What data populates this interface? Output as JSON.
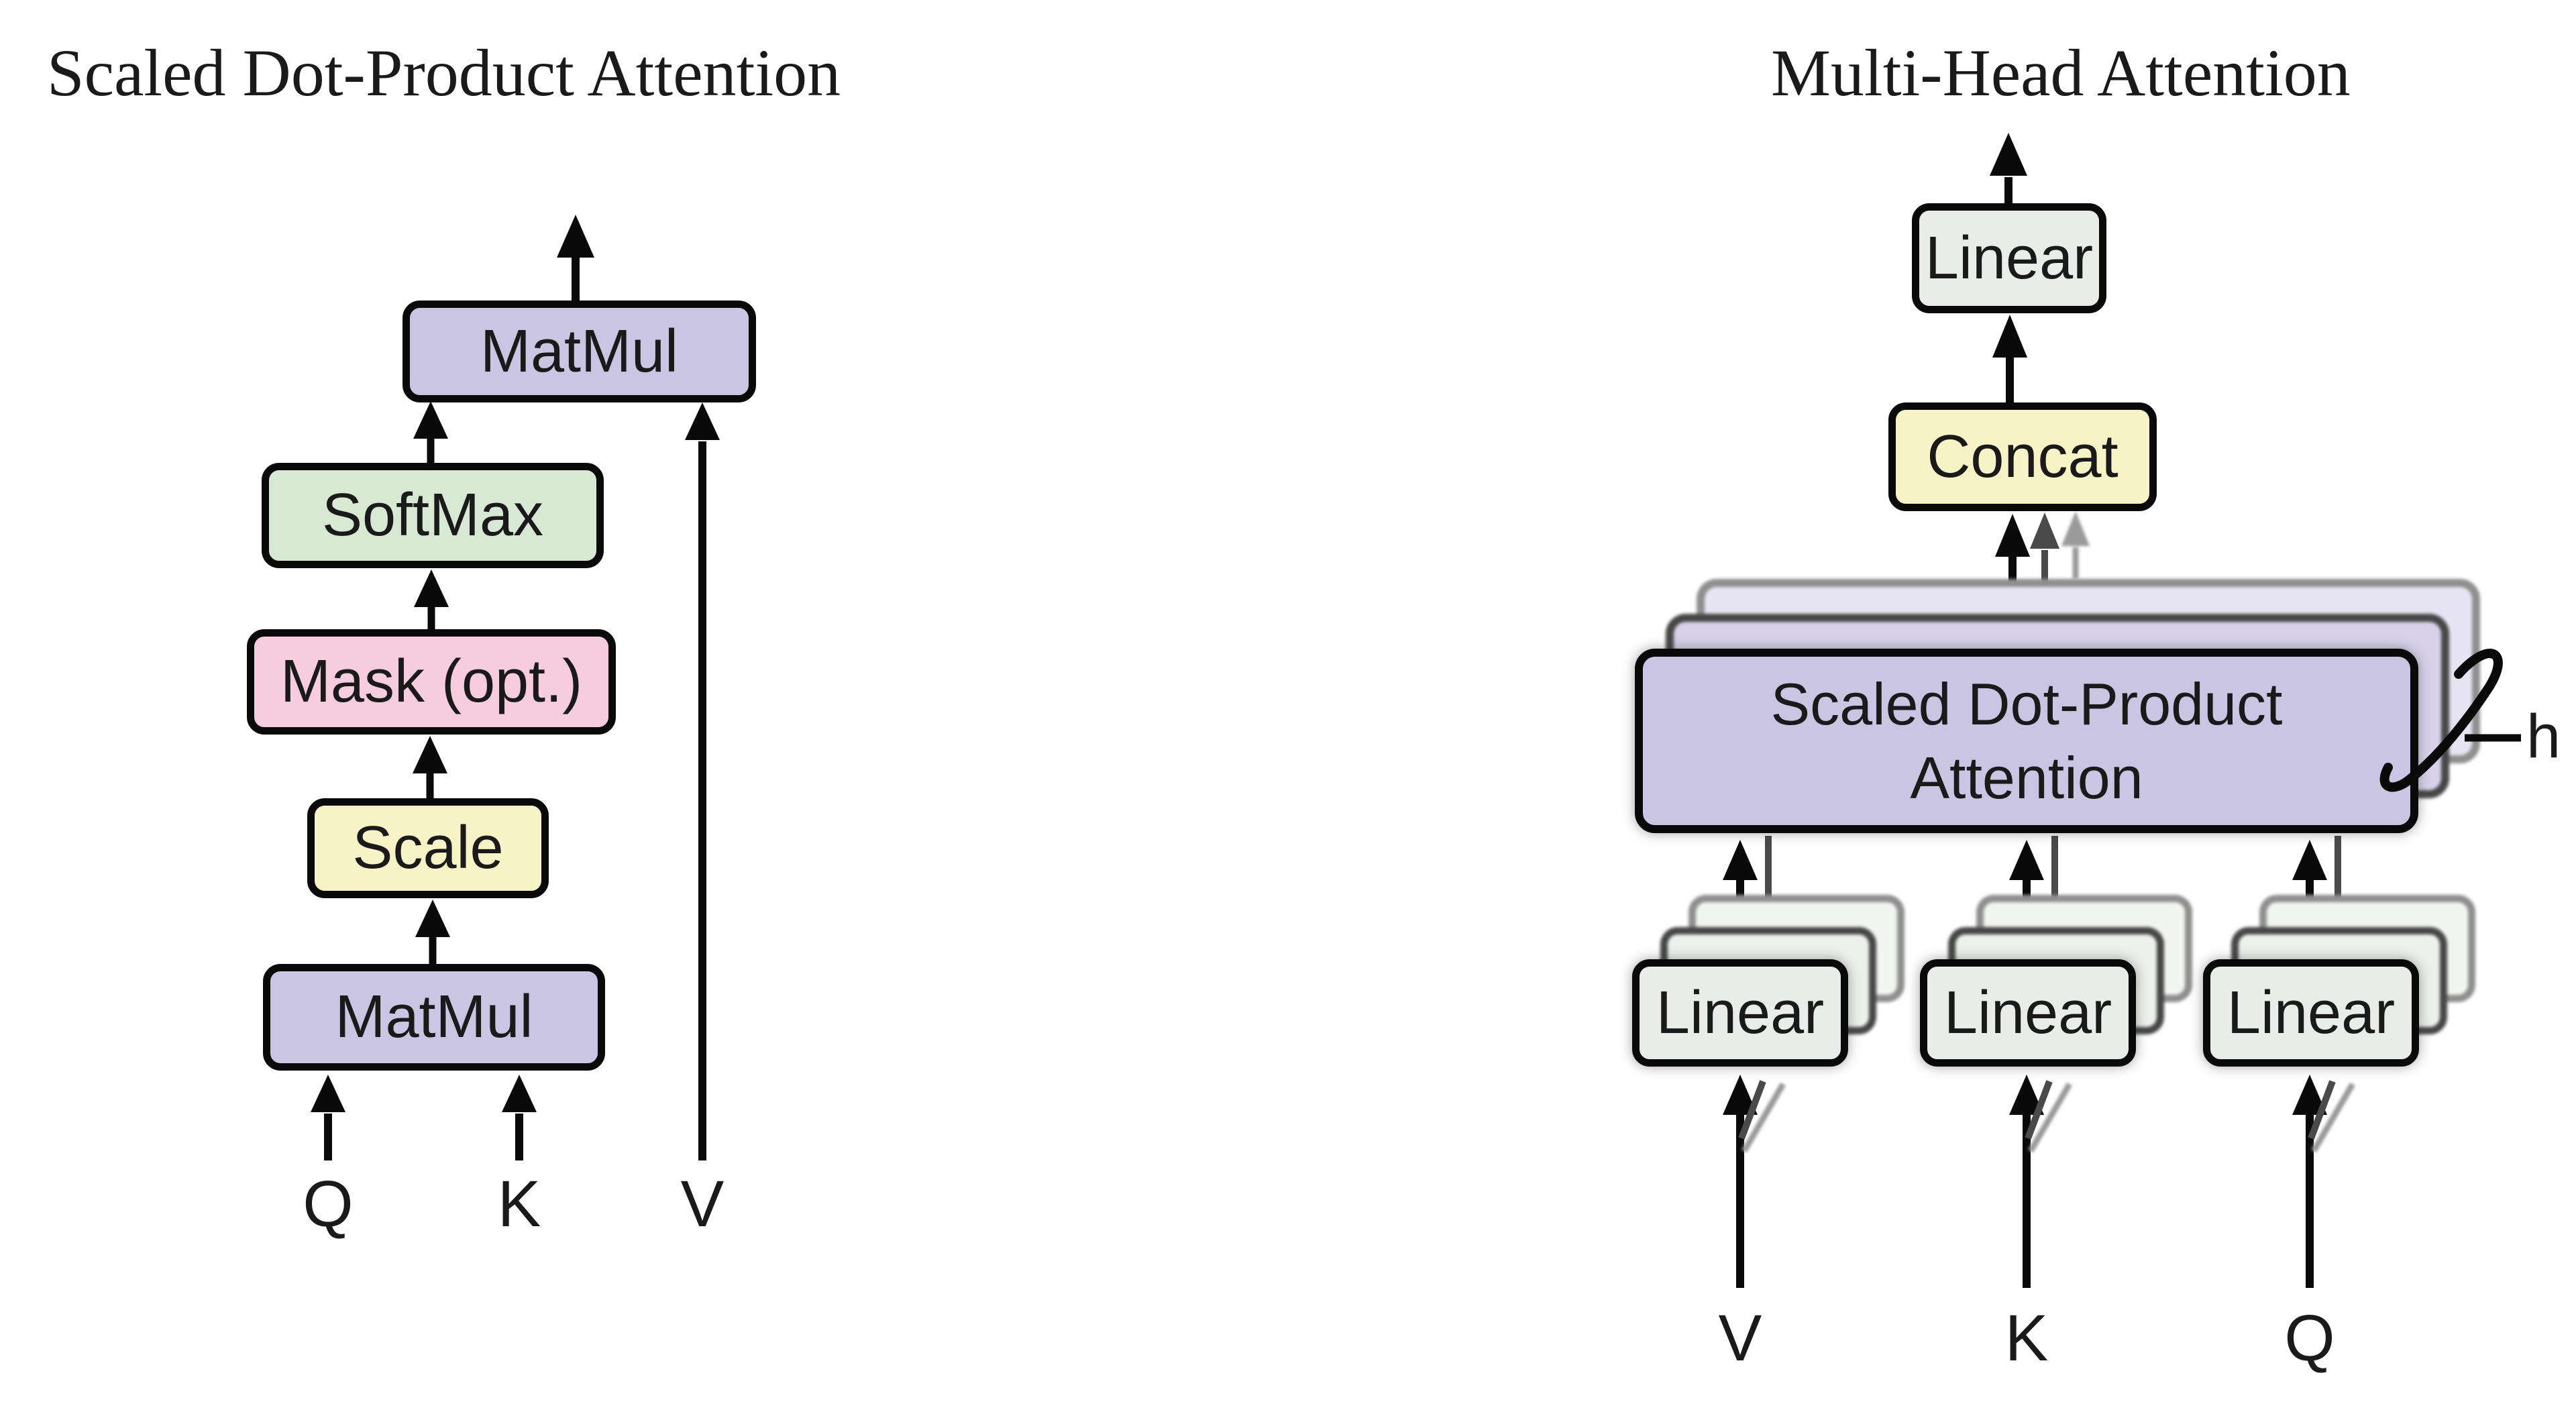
{
  "left_diagram": {
    "title": "Scaled Dot-Product Attention",
    "boxes": {
      "matmul_top": "MatMul",
      "softmax": "SoftMax",
      "mask": "Mask (opt.)",
      "scale": "Scale",
      "matmul_bottom": "MatMul"
    },
    "inputs": {
      "q": "Q",
      "k": "K",
      "v": "V"
    }
  },
  "right_diagram": {
    "title": "Multi-Head Attention",
    "boxes": {
      "linear_out": "Linear",
      "concat": "Concat",
      "attention_line1": "Scaled Dot-Product",
      "attention_line2": "Attention",
      "linear_v": "Linear",
      "linear_k": "Linear",
      "linear_q": "Linear"
    },
    "head_count_label": "h",
    "inputs": {
      "v": "V",
      "k": "K",
      "q": "Q"
    }
  },
  "colors": {
    "box_purple": "#cbc5e4",
    "box_purple_ghost_mid": "#d7d2ea",
    "box_purple_ghost_back": "#e7e4f3",
    "box_green": "#d7e8d3",
    "box_pink": "#f8ccdf",
    "box_yellow": "#f8f2c7",
    "box_gray": "#e9ede9",
    "box_gray_ghost_mid": "#edf0ed",
    "box_gray_ghost_back": "#f3f5f2",
    "border_black": "#0a0a0a",
    "border_ghost_mid": "#474747",
    "border_ghost_back": "#8f8f8f",
    "arrow_black": "#0a0a0a",
    "arrow_gray_mid": "#4a4a4a",
    "arrow_gray_light": "#9a9a9a",
    "text": "#1a1a1a",
    "background": "#ffffff"
  }
}
